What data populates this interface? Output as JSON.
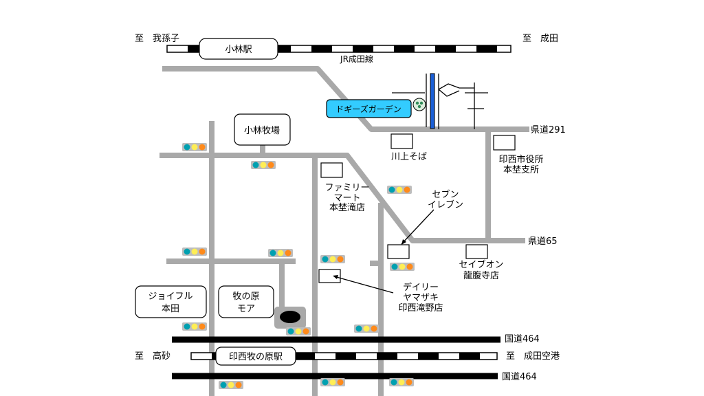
{
  "stations": {
    "kobayashi": "小林駅",
    "inzai_makinohara": "印西牧の原駅"
  },
  "rail": {
    "jr_line": "JR成田線",
    "to_abiko": "至　我孫子",
    "to_narita": "至　成田",
    "to_takasago": "至　高砂",
    "to_narita_airport": "至　成田空港"
  },
  "roads": {
    "kendo291": "県道291",
    "kendo65": "県道65",
    "kokudo464_top": "国道464",
    "kokudo464_bottom": "国道464"
  },
  "places": {
    "doggies_garden": "ドギーズガーデン",
    "kobayashi_bokujo": "小林牧場",
    "kawakami_soba": "川上そば",
    "city_office_line1": "印西市役所",
    "city_office_line2": "本埜支所",
    "familymart_line1": "ファミリー",
    "familymart_line2": "マート",
    "familymart_line3": "本埜滝店",
    "seven_line1": "セブン",
    "seven_line2": "イレブン",
    "seiyu_line1": "セイブオン",
    "seiyu_line2": "龍腹寺店",
    "daily_line1": "デイリー",
    "daily_line2": "ヤマザキ",
    "daily_line3": "印西滝野店",
    "joyfull_line1": "ジョイフル",
    "joyfull_line2": "本田",
    "makinohara_moa_line1": "牧の原",
    "makinohara_moa_line2": "モア"
  },
  "colors": {
    "road": "#a9a9a9",
    "highlight_box": "#33ccff",
    "signal_teal": "#00a0b0",
    "signal_yellow": "#ffee55",
    "signal_orange": "#ff8a1a"
  }
}
